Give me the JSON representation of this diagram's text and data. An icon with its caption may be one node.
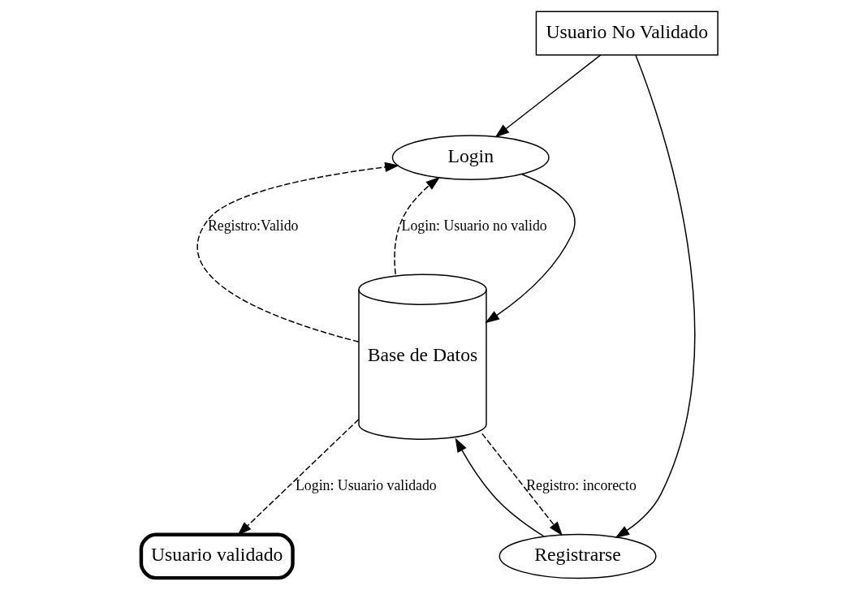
{
  "diagram": {
    "nodes": [
      {
        "text": [
          "Usuario No Validado"
        ]
      },
      {
        "text": [
          "Login"
        ]
      },
      {
        "text": [
          "Registrarse"
        ]
      },
      {
        "text": [
          "Base de Datos"
        ]
      },
      {
        "text": [
          "Usuario validado"
        ]
      }
    ],
    "edges": [
      {
        "from": 0,
        "to": 1,
        "arrow": "to"
      },
      {
        "from": 0,
        "to": 2,
        "arrow": "to"
      },
      {
        "from": 1,
        "to": 3,
        "arrow": "to"
      },
      {
        "from": 3,
        "to": 1,
        "arrow": "to",
        "style": "dashed",
        "label": "Registro:Valido"
      },
      {
        "from": 3,
        "to": 2,
        "arrow": "to",
        "style": "dashed",
        "label": "Registro: incorecto"
      },
      {
        "from": 2,
        "to": 3,
        "arrow": "to"
      },
      {
        "from": 3,
        "to": 1,
        "arrow": "to",
        "style": "dashed",
        "label": "Login: Usuario no valido"
      },
      {
        "from": 3,
        "to": 4,
        "arrow": "to",
        "style": "dashed",
        "label": "Login: Usuario validado"
      }
    ]
  }
}
